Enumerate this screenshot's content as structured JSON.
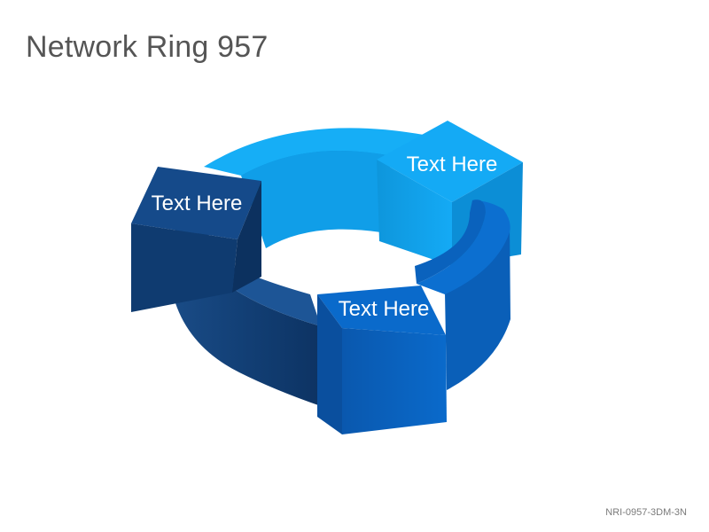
{
  "slide": {
    "title": "Network Ring 957",
    "footer_code": "NRI-0957-3DM-3N"
  },
  "segments": [
    {
      "id": "top-right",
      "label": "Text Here",
      "color": "#10a8f2"
    },
    {
      "id": "left",
      "label": "Text Here",
      "color": "#14457f"
    },
    {
      "id": "bottom",
      "label": "Text Here",
      "color": "#0a66c2"
    }
  ]
}
